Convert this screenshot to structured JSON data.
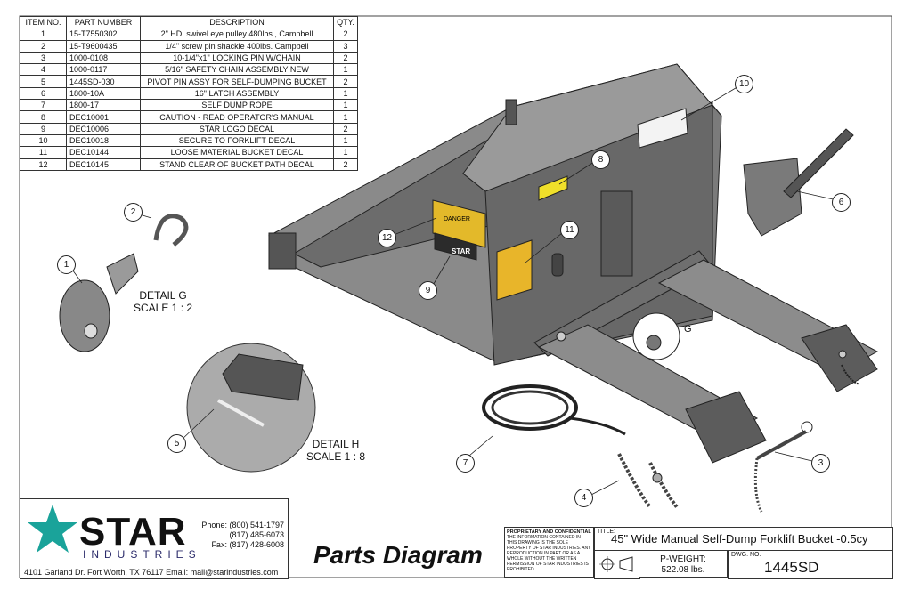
{
  "bom": {
    "headers": [
      "ITEM NO.",
      "PART NUMBER",
      "DESCRIPTION",
      "QTY."
    ],
    "rows": [
      [
        "1",
        "15-T7550302",
        "2\" HD, swivel eye pulley 480lbs., Campbell",
        "2"
      ],
      [
        "2",
        "15-T9600435",
        "1/4\" screw pin shackle 400lbs. Campbell",
        "3"
      ],
      [
        "3",
        "1000-0108",
        "10-1/4\"x1\" LOCKING PIN W/CHAIN",
        "2"
      ],
      [
        "4",
        "1000-0117",
        "5/16\" SAFETY CHAIN ASSEMBLY NEW",
        "1"
      ],
      [
        "5",
        "1445SD-030",
        "PIVOT PIN ASSY FOR SELF-DUMPING BUCKET",
        "2"
      ],
      [
        "6",
        "1800-10A",
        "16\" LATCH ASSEMBLY",
        "1"
      ],
      [
        "7",
        "1800-17",
        "SELF DUMP ROPE",
        "1"
      ],
      [
        "8",
        "DEC10001",
        "CAUTION - READ OPERATOR'S MANUAL",
        "1"
      ],
      [
        "9",
        "DEC10006",
        "STAR LOGO DECAL",
        "2"
      ],
      [
        "10",
        "DEC10018",
        "SECURE TO FORKLIFT DECAL",
        "1"
      ],
      [
        "11",
        "DEC10144",
        "LOOSE MATERIAL BUCKET DECAL",
        "1"
      ],
      [
        "12",
        "DEC10145",
        "STAND CLEAR OF BUCKET PATH DECAL",
        "2"
      ]
    ]
  },
  "callouts": [
    "1",
    "2",
    "3",
    "4",
    "5",
    "6",
    "7",
    "8",
    "9",
    "10",
    "11",
    "12"
  ],
  "details": {
    "g_title": "DETAIL G",
    "g_scale": "SCALE 1 : 2",
    "h_title": "DETAIL H",
    "h_scale": "SCALE 1 : 8",
    "g_marker": "G"
  },
  "decals": {
    "danger": "DANGER",
    "star": "STAR"
  },
  "company": {
    "name": "STAR",
    "sub": "INDUSTRIES",
    "phone": "Phone: (800) 541-1797",
    "phone2": "(817) 485-6073",
    "fax": "Fax: (817) 428-6008",
    "address": "4101 Garland Dr. Fort Worth, TX 76117  Email: mail@starindustries.com",
    "star_color": "#1aa39a"
  },
  "footer": {
    "parts_diagram": "Parts Diagram",
    "conf_title": "PROPRIETARY AND CONFIDENTIAL",
    "conf_text": "THE INFORMATION CONTAINED IN THIS DRAWING IS THE SOLE PROPERTY OF STAR INDUSTRIES. ANY REPRODUCTION IN PART OR AS A WHOLE WITHOUT THE WRITTEN PERMISSION OF STAR INDUSTRIES IS PROHIBITED.",
    "title_label": "TITLE:",
    "title": "45\" Wide Manual Self-Dump Forklift Bucket -0.5cy",
    "weight_label": "P-WEIGHT:",
    "weight": "522.08 lbs.",
    "dwg_label": "DWG.  NO.",
    "dwg_no": "1445SD"
  }
}
